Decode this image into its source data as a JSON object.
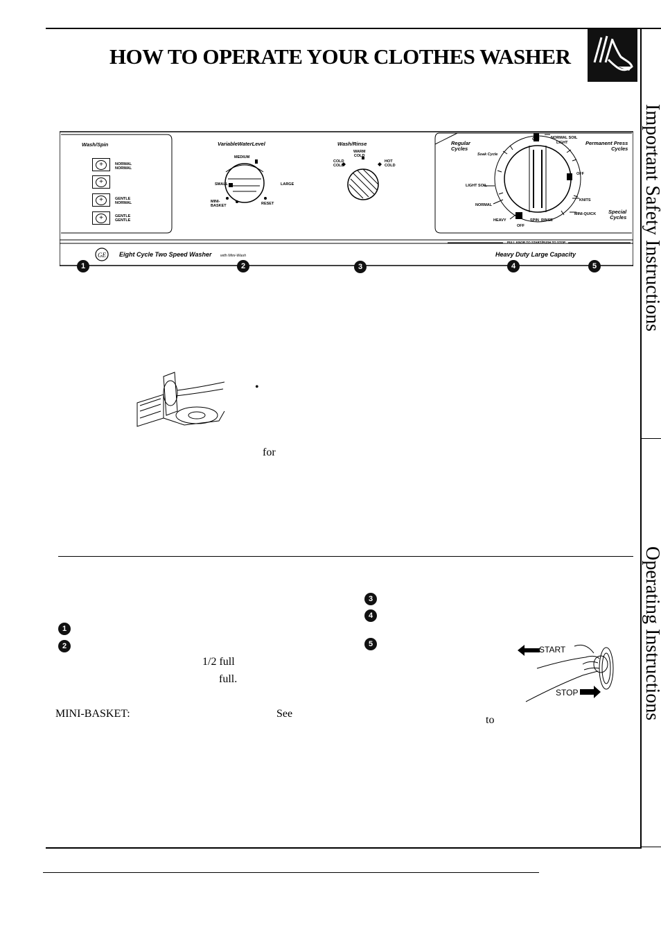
{
  "header": {
    "title": "HOW TO OPERATE YOUR CLOTHES WASHER",
    "icon": "pointing-hand-icon"
  },
  "side_tabs": {
    "upper": "Important Safety Instructions",
    "lower": "Operating Instructions"
  },
  "panel": {
    "wash_spin": {
      "label": "Wash/Spin",
      "buttons": [
        {
          "line1": "NORMAL",
          "line2": "NORMAL"
        },
        {
          "line1": "",
          "line2": ""
        },
        {
          "line1": "GENTLE",
          "line2": "NORMAL"
        },
        {
          "line1": "GENTLE",
          "line2": "GENTLE"
        }
      ]
    },
    "water_level": {
      "label": "VariableWaterLevel",
      "medium": "MEDIUM",
      "small": "SMALL",
      "large": "LARGE",
      "mini_basket_1": "MINI-",
      "mini_basket_2": "BASKET",
      "reset": "RESET"
    },
    "wash_rinse": {
      "label": "Wash/Rinse",
      "warm_cold_1": "WARM",
      "warm_cold_2": "COLD",
      "cold_cold_1": "COLD",
      "cold_cold_2": "COLD",
      "hot_cold_1": "HOT",
      "hot_cold_2": "COLD"
    },
    "cycles": {
      "regular_1": "Regular",
      "regular_2": "Cycles",
      "perm_1": "Permanent Press",
      "perm_2": "Cycles",
      "special_1": "Special",
      "special_2": "Cycles",
      "soak": "Soak Cycle",
      "light_soil": "LIGHT SOIL",
      "normal": "NORMAL",
      "heavy": "HEAVY",
      "off_top": "OFF",
      "normal_soil": "NORMAL SOIL",
      "light": "LIGHT",
      "off_right": "OFF",
      "knits": "KNITS",
      "mini_quick": "MINI-QUICK",
      "off_bottom": "OFF",
      "spin": "SPIN",
      "rinse": "RINSE"
    },
    "pull_push": "PULL KNOB TO START/PUSH TO STOP",
    "model": "Eight Cycle Two Speed Washer",
    "model_suffix": "with Mini-Wash",
    "capacity": "Heavy Duty Large Capacity",
    "callouts": [
      "1",
      "2",
      "3",
      "4",
      "5"
    ]
  },
  "fragments": {
    "bullet": "•",
    "for": "for",
    "half_full": "1/2 full",
    "full": "full.",
    "mini_basket": "MINI-BASKET:",
    "see": "See",
    "to": "to",
    "start": "START",
    "stop": "STOP"
  },
  "left_callouts": [
    "1",
    "2"
  ],
  "right_callouts": [
    "3",
    "4",
    "5"
  ]
}
